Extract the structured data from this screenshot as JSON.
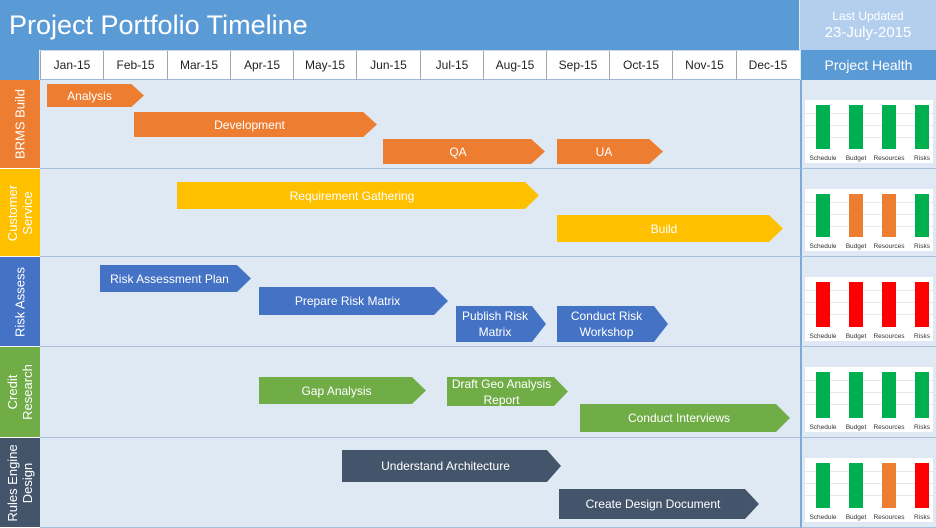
{
  "header": {
    "title": "Project Portfolio Timeline",
    "last_updated_label": "Last Updated",
    "last_updated_date": "23-July-2015",
    "health_title": "Project Health"
  },
  "months": [
    "Jan-15",
    "Feb-15",
    "Mar-15",
    "Apr-15",
    "May-15",
    "Jun-15",
    "Jul-15",
    "Aug-15",
    "Sep-15",
    "Oct-15",
    "Nov-15",
    "Dec-15"
  ],
  "health_labels": [
    "Schedule",
    "Budget",
    "Resources",
    "Risks"
  ],
  "colors": {
    "header_blue": "#5b9bd5",
    "green": "#00b050",
    "orange": "#ed7d31",
    "red": "#ff0000",
    "yellow": "#ffc000",
    "blue": "#4472c4",
    "light_green": "#70ad47",
    "navy": "#44546a"
  },
  "rows": [
    {
      "id": "brms-build",
      "label": "BRMS Build",
      "color": "#ed7d31",
      "health": [
        "green",
        "green",
        "green",
        "green"
      ],
      "tasks": [
        {
          "name": "Analysis"
        },
        {
          "name": "Development"
        },
        {
          "name": "QA"
        },
        {
          "name": "UA"
        }
      ]
    },
    {
      "id": "customer-service",
      "label": "Customer Service",
      "color": "#ffc000",
      "health": [
        "green",
        "orange",
        "orange",
        "green"
      ],
      "tasks": [
        {
          "name": "Requirement Gathering"
        },
        {
          "name": "Build"
        }
      ]
    },
    {
      "id": "risk-assess",
      "label": "Risk Assess",
      "color": "#4472c4",
      "health": [
        "red",
        "red",
        "red",
        "red"
      ],
      "tasks": [
        {
          "name": "Risk Assessment Plan"
        },
        {
          "name": "Prepare Risk Matrix"
        },
        {
          "name": "Publish Risk Matrix"
        },
        {
          "name": "Conduct Risk Workshop"
        }
      ]
    },
    {
      "id": "credit-research",
      "label": "Credit Research",
      "color": "#70ad47",
      "health": [
        "green",
        "green",
        "green",
        "green"
      ],
      "tasks": [
        {
          "name": "Gap Analysis"
        },
        {
          "name": "Draft Geo Analysis Report"
        },
        {
          "name": "Conduct Interviews"
        }
      ]
    },
    {
      "id": "rules-engine-design",
      "label": "Rules Engine Design",
      "color": "#44546a",
      "health": [
        "green",
        "green",
        "orange",
        "red"
      ],
      "tasks": [
        {
          "name": "Understand Architecture"
        },
        {
          "name": "Create Design Document"
        }
      ]
    }
  ]
}
